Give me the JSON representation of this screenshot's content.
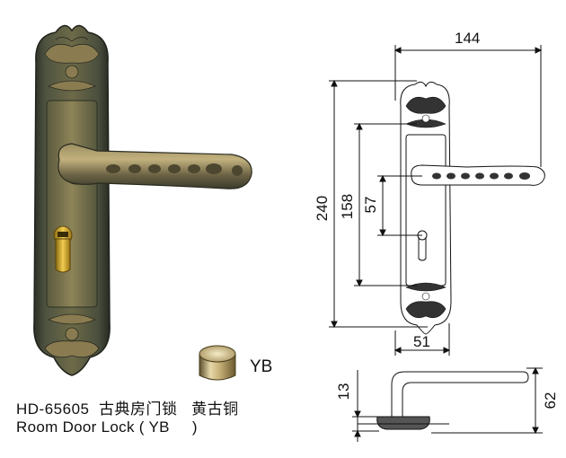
{
  "product": {
    "model_code": "HD-65605",
    "name_cn": "古典房门锁",
    "finish_cn": "黄古铜",
    "name_en": "Room Door Lock",
    "finish_code": "YB",
    "caption_line2_open": "(",
    "caption_line2_close": ")"
  },
  "finish_swatch": {
    "label": "YB",
    "color": "#c9b27a"
  },
  "dimensions": {
    "plate_width": "144",
    "plate_height": "240",
    "hole_spacing": "158",
    "handle_to_cylinder": "57",
    "plate_narrow_width": "51",
    "rose_thickness": "13",
    "handle_projection": "62"
  },
  "colors": {
    "bronze_dark": "#3c4236",
    "bronze_mid": "#7a6f48",
    "bronze_light": "#b3a070",
    "brass_cylinder": "#d8b23a"
  }
}
